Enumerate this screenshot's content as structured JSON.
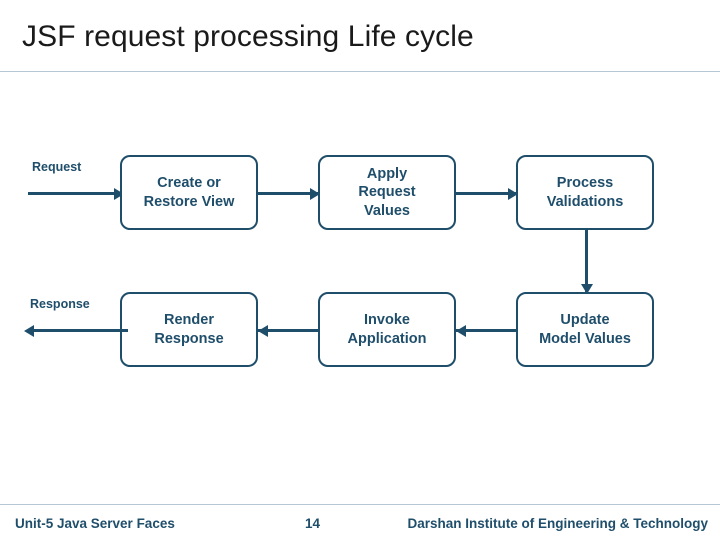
{
  "slide": {
    "title": "JSF request processing Life cycle",
    "accent_color": "#1f4e6b",
    "rule_color": "#b7c6d4"
  },
  "diagram": {
    "type": "flow",
    "edge_labels": {
      "request": "Request",
      "response": "Response"
    },
    "nodes": [
      {
        "id": "create-restore-view",
        "line1": "Create or",
        "line2": "Restore View",
        "line3": ""
      },
      {
        "id": "apply-request-values",
        "line1": "Apply",
        "line2": "Request",
        "line3": "Values"
      },
      {
        "id": "process-validations",
        "line1": "Process",
        "line2": "Validations",
        "line3": ""
      },
      {
        "id": "render-response",
        "line1": "Render",
        "line2": "Response",
        "line3": ""
      },
      {
        "id": "invoke-application",
        "line1": "Invoke",
        "line2": "Application",
        "line3": ""
      },
      {
        "id": "update-model-values",
        "line1": "Update",
        "line2": "Model Values",
        "line3": ""
      }
    ]
  },
  "footer": {
    "left": "Unit-5 Java Server Faces",
    "page": "14",
    "right": "Darshan Institute of Engineering & Technology"
  }
}
